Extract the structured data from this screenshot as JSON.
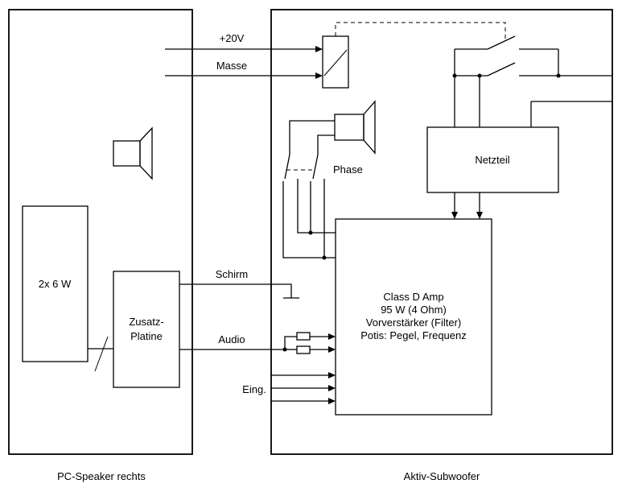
{
  "left_panel": {
    "caption": "PC-Speaker rechts",
    "amp_label": "2x 6 W",
    "zusatz_line1": "Zusatz-",
    "zusatz_line2": "Platine"
  },
  "right_panel": {
    "caption": "Aktiv-Subwoofer",
    "netzteil_label": "Netzteil",
    "amp_lines": [
      "Class D Amp",
      "95 W (4 Ohm)",
      "Vorverstärker (Filter)",
      "Potis: Pegel, Frequenz"
    ],
    "phase_label": "Phase"
  },
  "signals": {
    "plus20v": "+20V",
    "masse": "Masse",
    "schirm": "Schirm",
    "audio": "Audio",
    "eing": "Eing."
  }
}
